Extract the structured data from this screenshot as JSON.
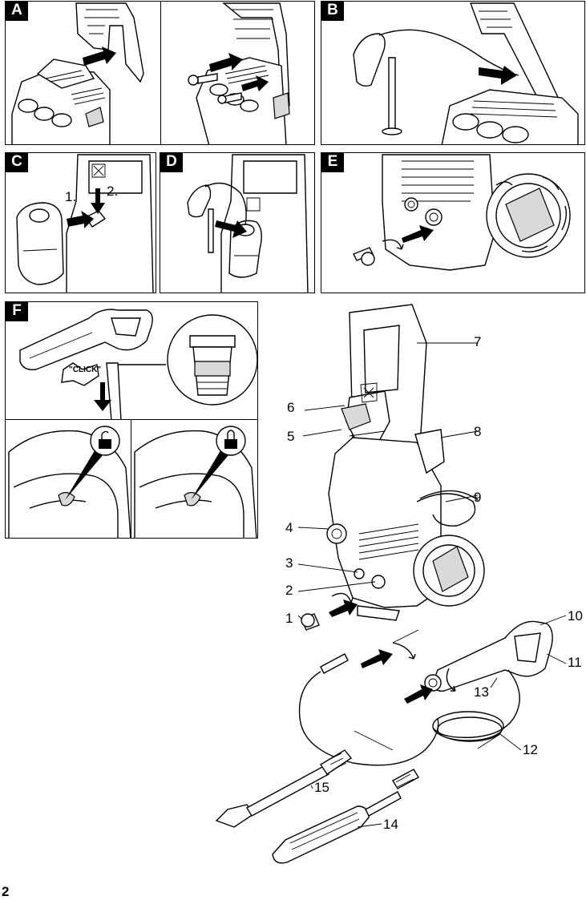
{
  "panels": {
    "a": {
      "label": "A"
    },
    "b": {
      "label": "B"
    },
    "c": {
      "label": "C",
      "step1": "1.",
      "step2": "2."
    },
    "d": {
      "label": "D"
    },
    "e": {
      "label": "E"
    },
    "f": {
      "label": "F",
      "click_text": "\"CLICK\""
    }
  },
  "callouts": [
    "1",
    "2",
    "3",
    "4",
    "5",
    "6",
    "7",
    "8",
    "9",
    "10",
    "11",
    "12",
    "13",
    "14",
    "15"
  ],
  "page_number": "2"
}
